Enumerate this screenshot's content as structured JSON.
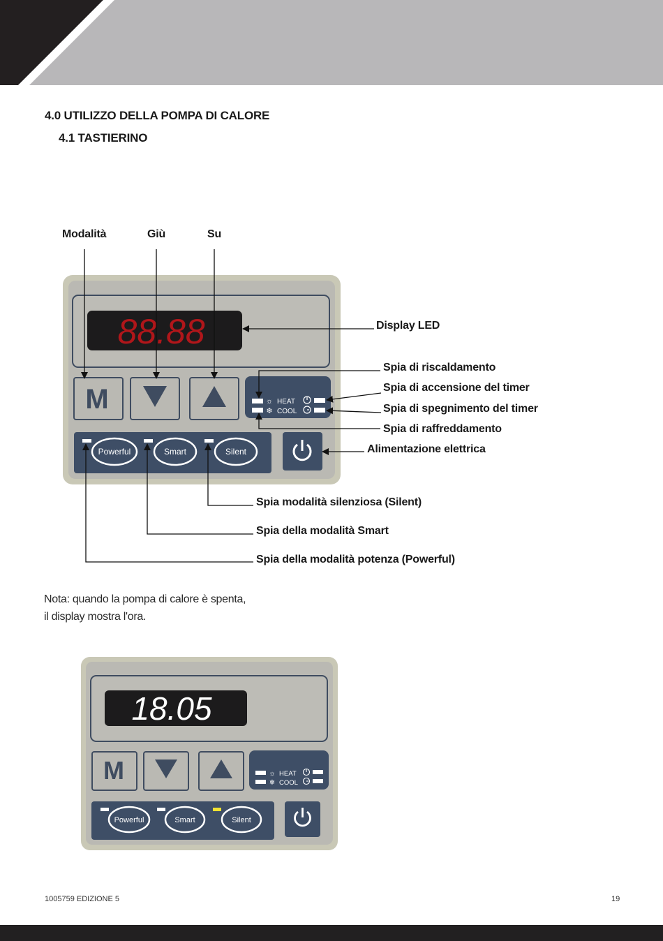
{
  "header": {
    "accent": "#231f20",
    "band": "#b8b7b9"
  },
  "section": {
    "title": "4.0 UTILIZZO DELLA POMPA DI CALORE",
    "subtitle": "4.1 TASTIERINO"
  },
  "labels": {
    "mode": "Modalità",
    "down": "Giù",
    "up": "Su",
    "display": "Display LED",
    "heat_led": "Spia di riscaldamento",
    "timer_on_led": "Spia di accensione del timer",
    "timer_off_led": "Spia di spegnimento del timer",
    "cool_led": "Spia di raffreddamento",
    "power": "Alimentazione elettrica",
    "silent_led": "Spia modalità silenziosa (Silent)",
    "smart_led": "Spia della modalità Smart",
    "powerful_led": "Spia della modalità potenza (Powerful)"
  },
  "keypad1": {
    "display": "88.88",
    "m_key": "M",
    "heat": "HEAT",
    "cool": "COOL",
    "powerful": "Powerful",
    "smart": "Smart",
    "silent": "Silent"
  },
  "note": {
    "line1": "Nota: quando la pompa di calore è spenta,",
    "line2": "il display mostra l'ora."
  },
  "keypad2": {
    "display": "18.05",
    "m_key": "M",
    "heat": "HEAT",
    "cool": "COOL",
    "powerful": "Powerful",
    "smart": "Smart",
    "silent": "Silent",
    "silent_led_color": "#f2e233"
  },
  "footer": {
    "doc": "1005759 EDIZIONE 5",
    "page": "19"
  },
  "colors": {
    "panel": "#c9c8b6",
    "panel_face": "#b9b8b2",
    "navy": "#3e4e66",
    "led_red": "#b0161a"
  }
}
